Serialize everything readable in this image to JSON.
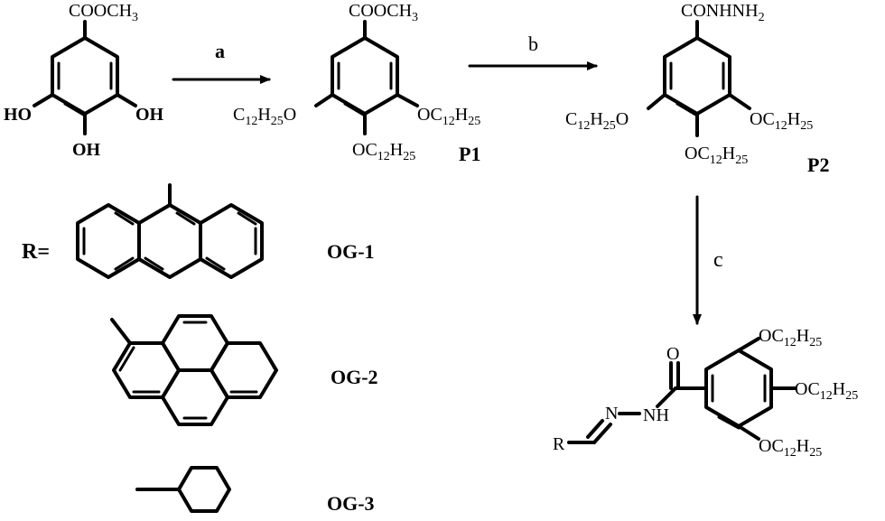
{
  "labels": {
    "ester": "COOCH",
    "ester_sub": "3",
    "ho_left": "HO",
    "oh_right": "OH",
    "oh_bottom": "OH",
    "alkyl_c": "C",
    "alkyl_h": "H",
    "n12": "12",
    "n25": "25",
    "o": "O",
    "hydrazide": "CONHNH",
    "hydrazide_sub": "2",
    "step_a": "a",
    "step_b": "b",
    "step_c": "c",
    "p1": "P1",
    "p2": "P2",
    "r_eq": "R=",
    "og1": "OG-1",
    "og2": "OG-2",
    "og3": "OG-3",
    "carbonyl_o": "O",
    "n_imine": "N",
    "nh": "NH",
    "r": "R"
  }
}
